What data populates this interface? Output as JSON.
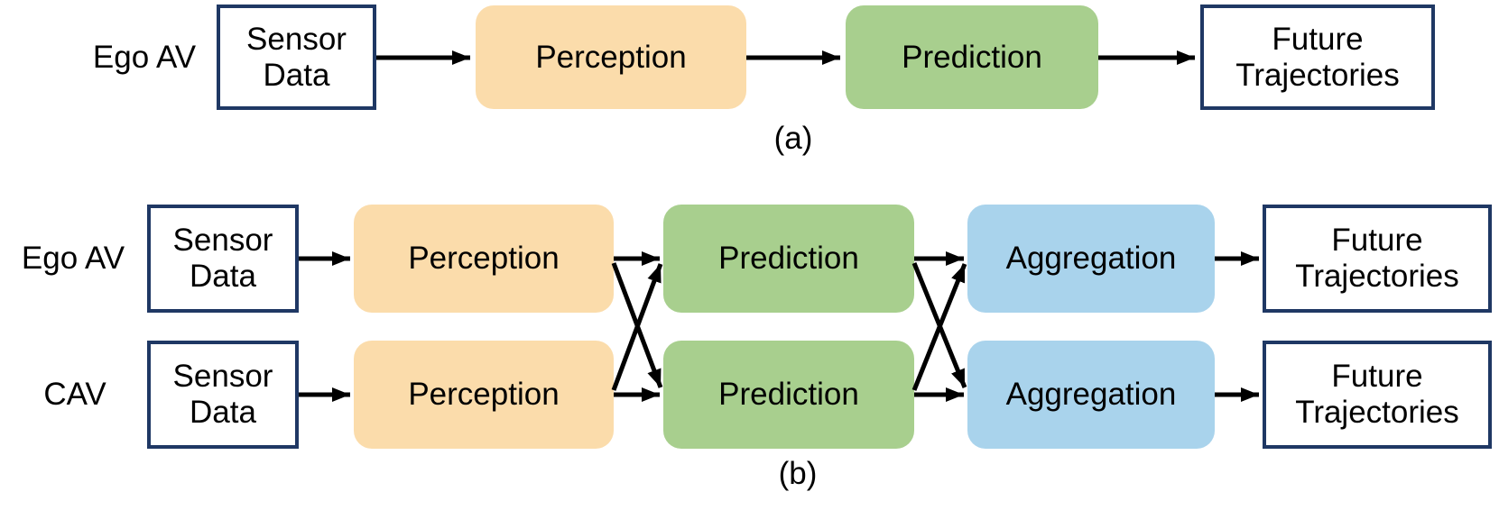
{
  "colors": {
    "background": "#ffffff",
    "box_border": "#1f3864",
    "box_fill": "#ffffff",
    "perception_fill": "#fbdcab",
    "prediction_fill": "#a8cf8e",
    "aggregation_fill": "#a9d3ec",
    "arrow": "#000000",
    "text": "#000000"
  },
  "section_a": {
    "caption": "(a)",
    "actor": "Ego AV",
    "sensor": "Sensor\nData",
    "perception": "Perception",
    "prediction": "Prediction",
    "future": "Future\nTrajectories"
  },
  "section_b": {
    "caption": "(b)",
    "rows": [
      {
        "actor": "Ego AV",
        "sensor": "Sensor\nData",
        "perception": "Perception",
        "prediction": "Prediction",
        "aggregation": "Aggregation",
        "future": "Future\nTrajectories"
      },
      {
        "actor": "CAV",
        "sensor": "Sensor\nData",
        "perception": "Perception",
        "prediction": "Prediction",
        "aggregation": "Aggregation",
        "future": "Future\nTrajectories"
      }
    ]
  }
}
